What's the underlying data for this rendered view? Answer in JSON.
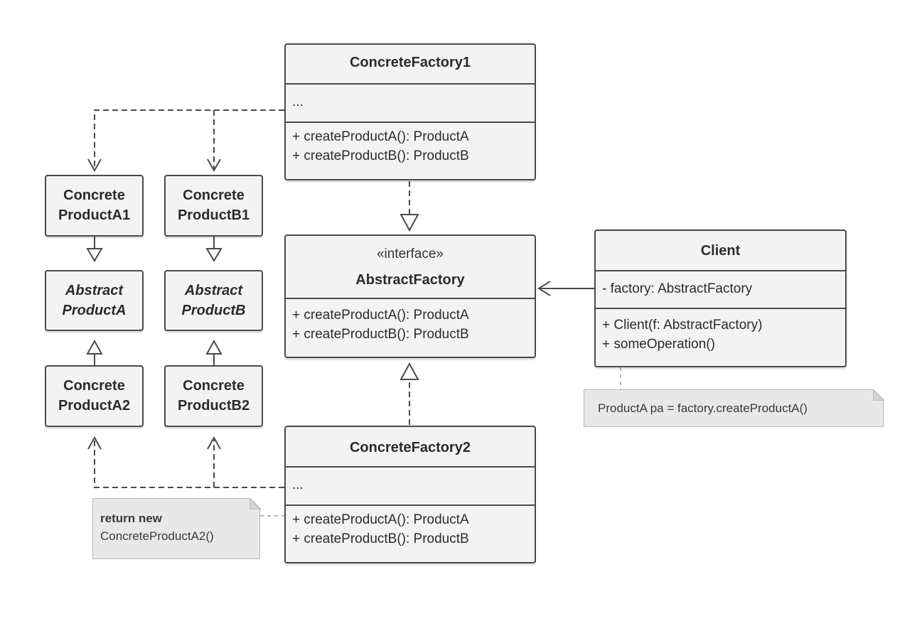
{
  "concrete_factory_1": {
    "name": "ConcreteFactory1",
    "fields": "...",
    "methods": [
      "+ createProductA(): ProductA",
      "+ createProductB(): ProductB"
    ]
  },
  "abstract_factory": {
    "stereotype": "«interface»",
    "name": "AbstractFactory",
    "methods": [
      "+ createProductA(): ProductA",
      "+ createProductB(): ProductB"
    ]
  },
  "concrete_factory_2": {
    "name": "ConcreteFactory2",
    "fields": "...",
    "methods": [
      "+ createProductA(): ProductA",
      "+ createProductB(): ProductB"
    ]
  },
  "client": {
    "name": "Client",
    "fields": "- factory: AbstractFactory",
    "methods": [
      "+ Client(f: AbstractFactory)",
      "+ someOperation()"
    ]
  },
  "products": {
    "concrete_a1": [
      "Concrete",
      "ProductA1"
    ],
    "concrete_b1": [
      "Concrete",
      "ProductB1"
    ],
    "abstract_a": [
      "Abstract",
      "ProductA"
    ],
    "abstract_b": [
      "Abstract",
      "ProductB"
    ],
    "concrete_a2": [
      "Concrete",
      "ProductA2"
    ],
    "concrete_b2": [
      "Concrete",
      "ProductB2"
    ]
  },
  "notes": {
    "client_note": "ProductA pa = factory.createProductA()",
    "factory2_note_bold": "return new",
    "factory2_note_text": "ConcreteProductA2()"
  }
}
